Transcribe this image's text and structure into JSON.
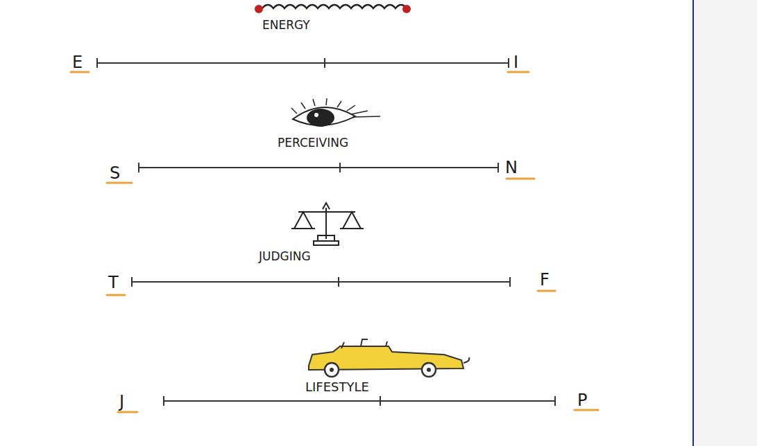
{
  "diagram": {
    "labels": [
      "ENERGY",
      "E",
      "I",
      "PERCEIVING",
      "S",
      "N",
      "JUDGING",
      "T",
      "F",
      "LIFESTYLE",
      "J",
      "P"
    ]
  }
}
